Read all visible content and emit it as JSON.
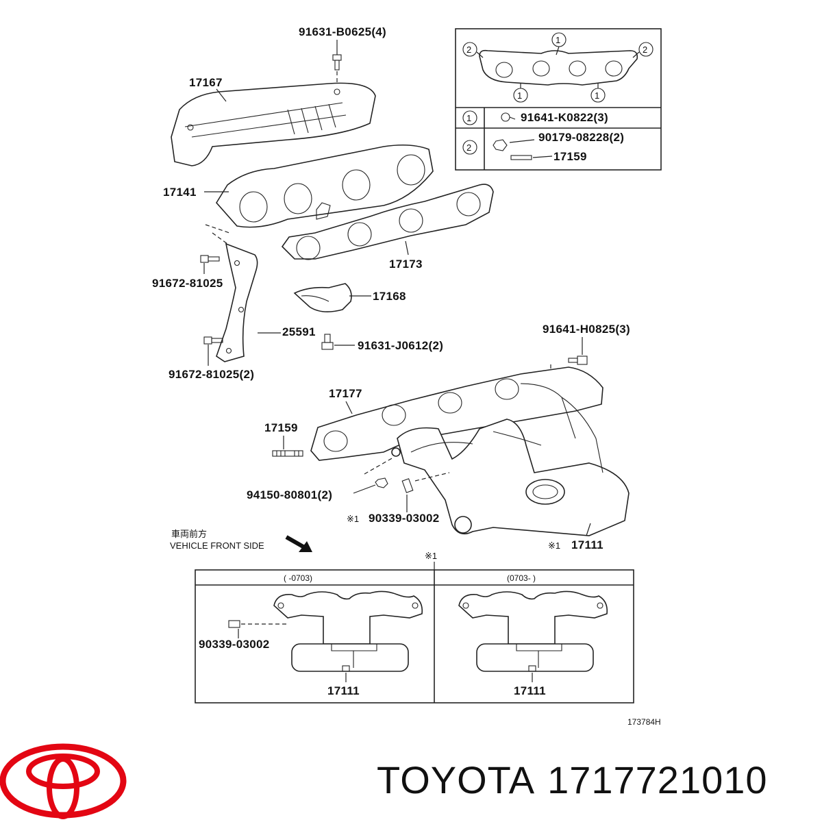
{
  "parts": {
    "p91631_B0625": "91631-B0625(4)",
    "p17167": "17167",
    "p17141": "17141",
    "p91672_81025": "91672-81025",
    "p17173": "17173",
    "p17168": "17168",
    "p25591": "25591",
    "p91631_J0612": "91631-J0612(2)",
    "p91672_81025_2": "91672-81025(2)",
    "p91641_H0825": "91641-H0825(3)",
    "p17177": "17177",
    "p17159_main": "17159",
    "p94150_80801": "94150-80801(2)",
    "p90339_03002_main": "90339-03002",
    "p90339_mark": "※1",
    "p17111_main": "17111",
    "p17111_mark": "※1"
  },
  "legend": {
    "circle1": "1",
    "circle2": "2",
    "row1_part": "91641-K0822(3)",
    "row2_part": "90179-08228(2)",
    "row2_part_b": "17159"
  },
  "front": {
    "jp": "車両前方",
    "en": "VEHICLE FRONT SIDE"
  },
  "variants": {
    "mark": "※1",
    "left_header": "(    -0703)",
    "right_header": "(0703-    )",
    "left_part_a": "90339-03002",
    "left_part_b": "17111",
    "right_part_b": "17111"
  },
  "diagram_code": "173784H",
  "brand": {
    "name": "TOYOTA",
    "part_number": "1717721010",
    "logo_color": "#e30613"
  }
}
